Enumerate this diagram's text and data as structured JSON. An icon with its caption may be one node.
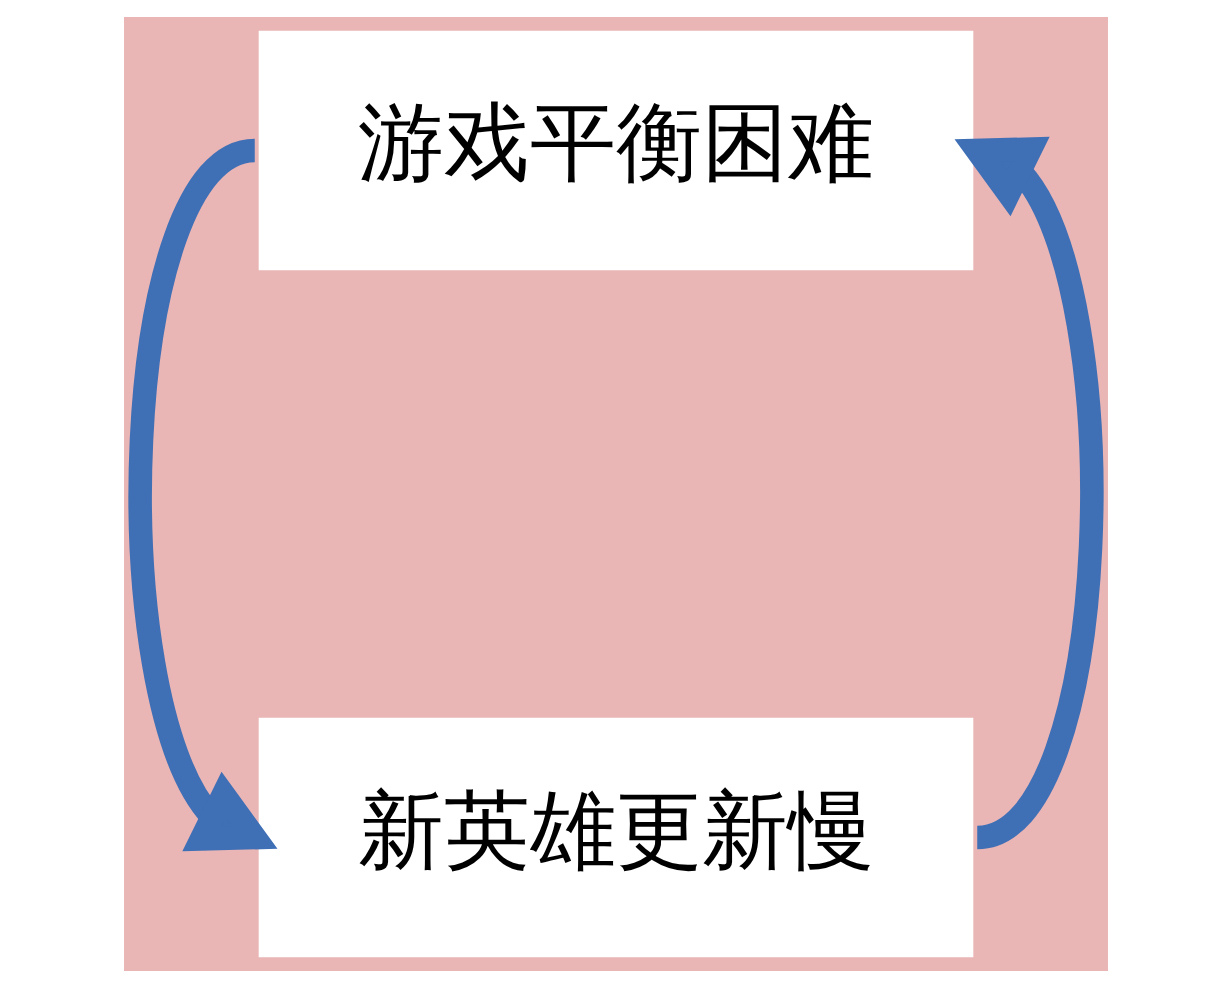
{
  "diagram": {
    "nodes": [
      {
        "text": [
          "游戏平衡困难"
        ]
      },
      {
        "text": [
          "新英雄更新慢"
        ]
      }
    ],
    "edges": [
      {
        "from": 0,
        "to": 1,
        "arrow": "to"
      },
      {
        "from": 1,
        "to": 0,
        "arrow": "to"
      }
    ]
  }
}
